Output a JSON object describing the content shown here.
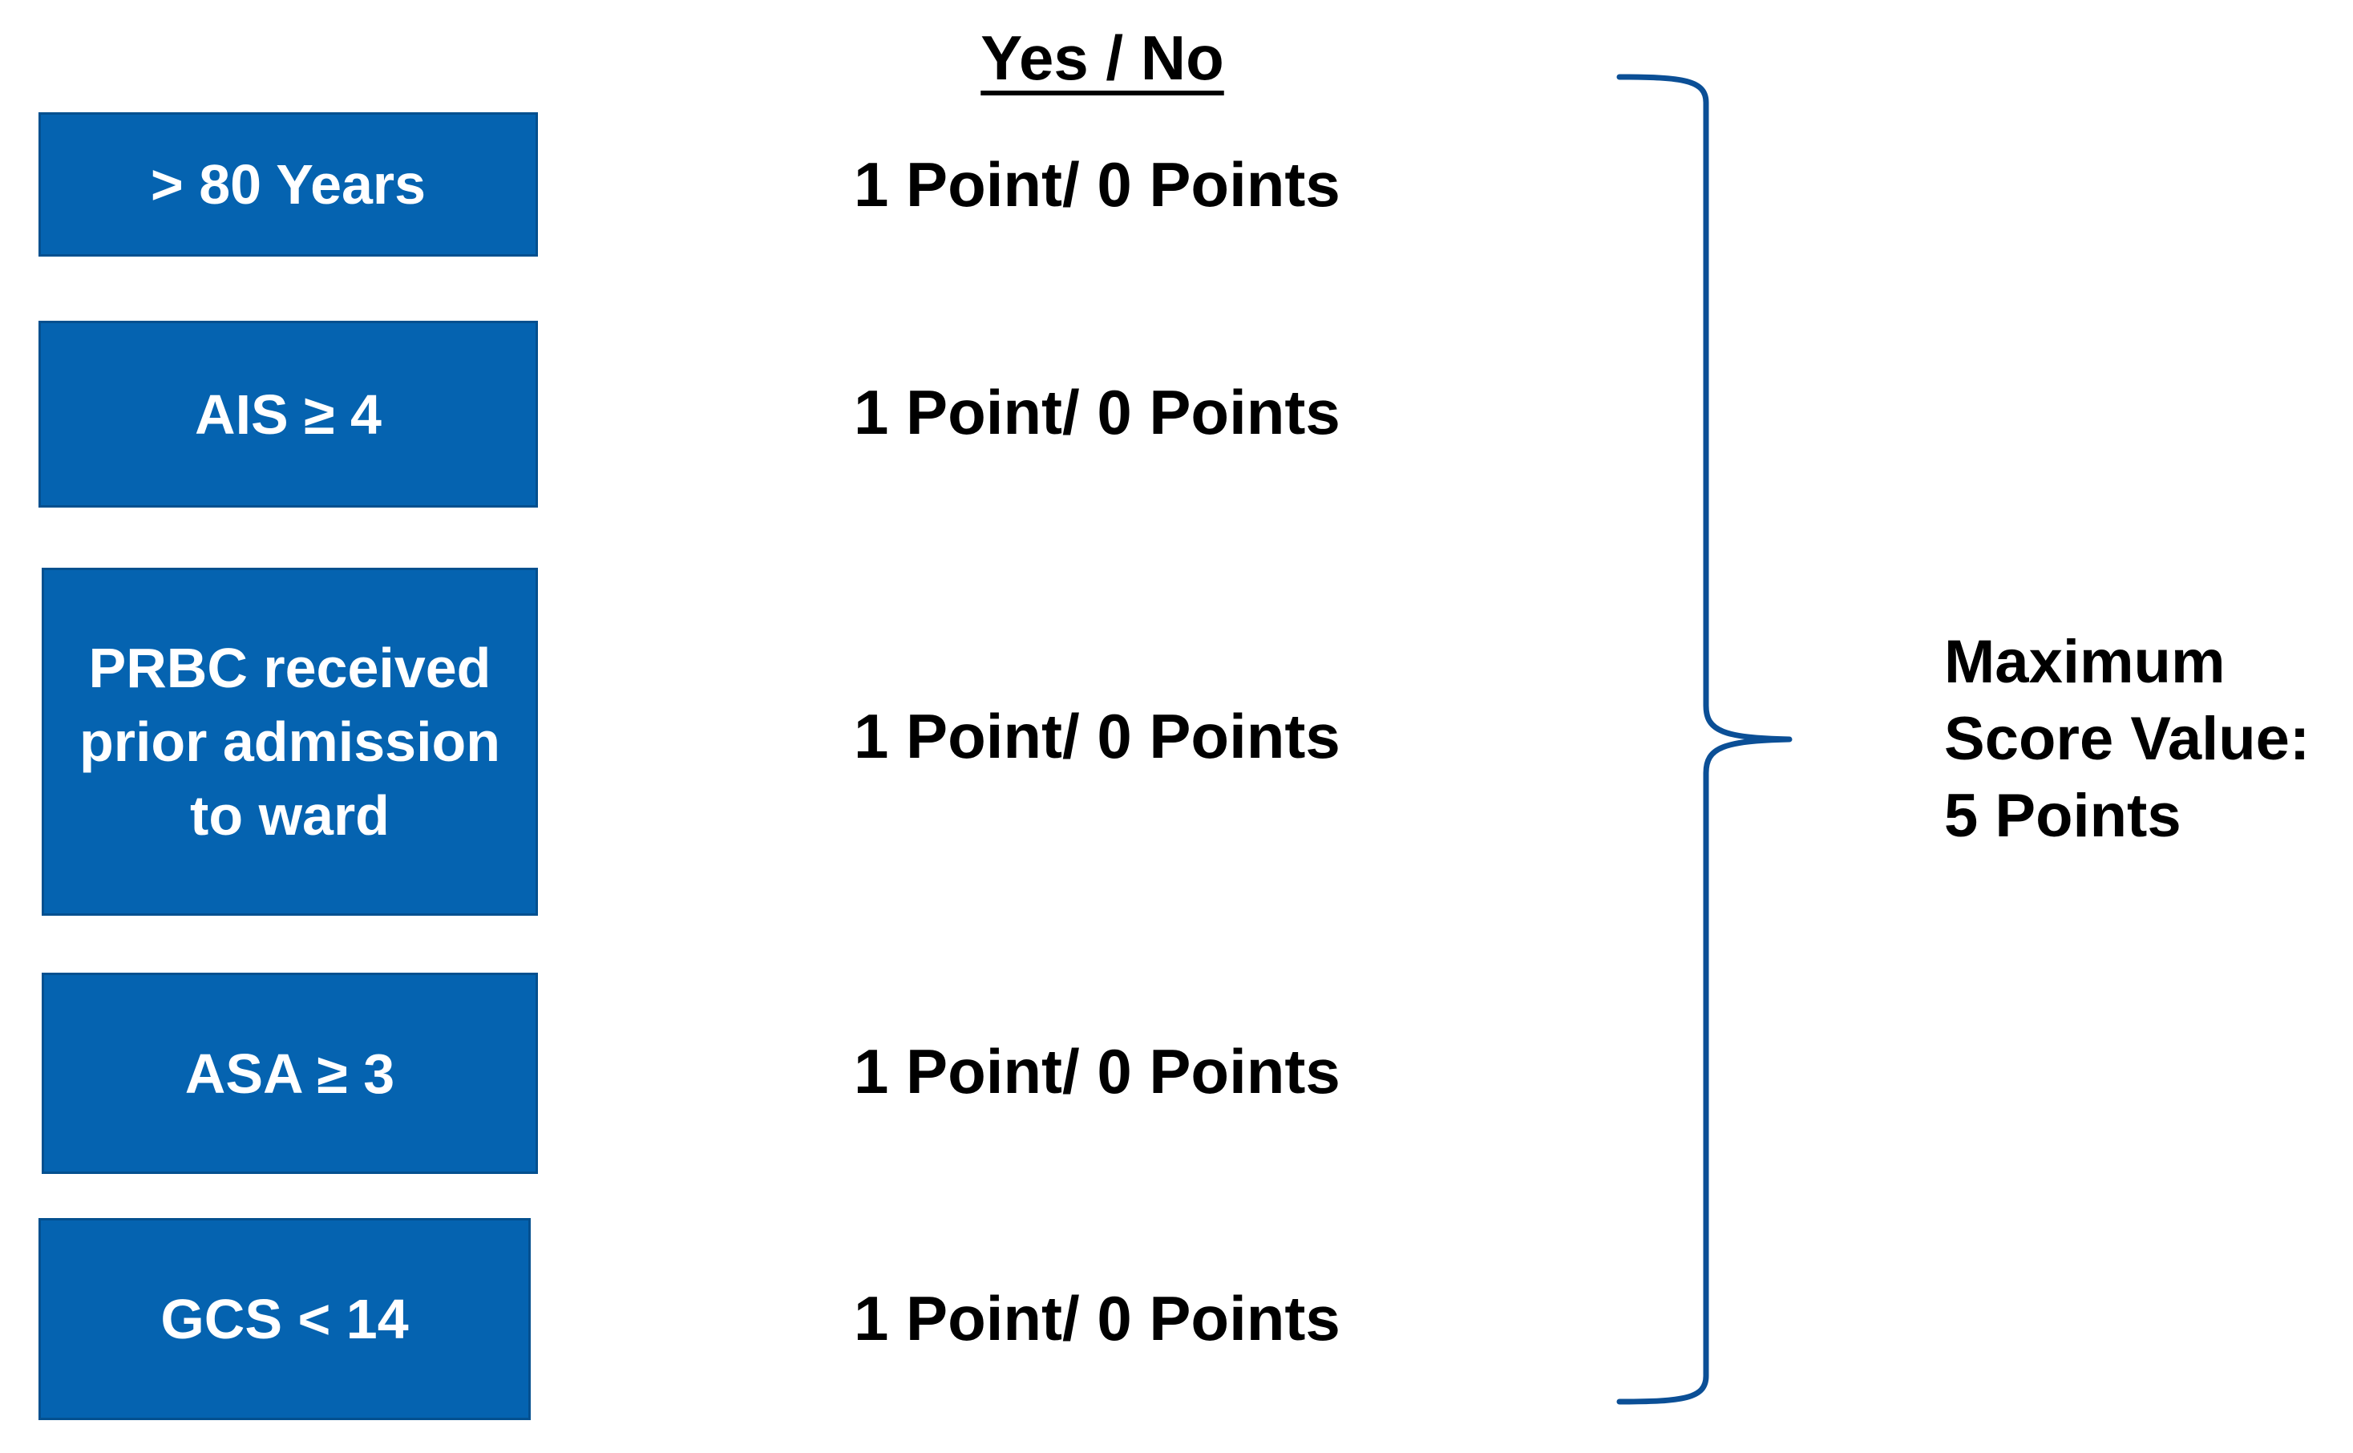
{
  "header": {
    "yes_no": "Yes / No"
  },
  "colors": {
    "box_fill": "#0563b0",
    "box_text": "#ffffff",
    "brace": "#0b4f96",
    "text": "#000000"
  },
  "factors": [
    {
      "label": "> 80 Years",
      "points": "1 Point/ 0 Points"
    },
    {
      "label": "AIS ≥ 4",
      "points": "1 Point/ 0 Points"
    },
    {
      "label": "PRBC received prior admission to ward",
      "points": "1 Point/ 0 Points"
    },
    {
      "label": "ASA ≥ 3",
      "points": "1 Point/ 0 Points"
    },
    {
      "label": "GCS < 14",
      "points": "1 Point/ 0 Points"
    }
  ],
  "summary": {
    "line1": "Maximum",
    "line2": "Score Value:",
    "line3": "5 Points"
  }
}
